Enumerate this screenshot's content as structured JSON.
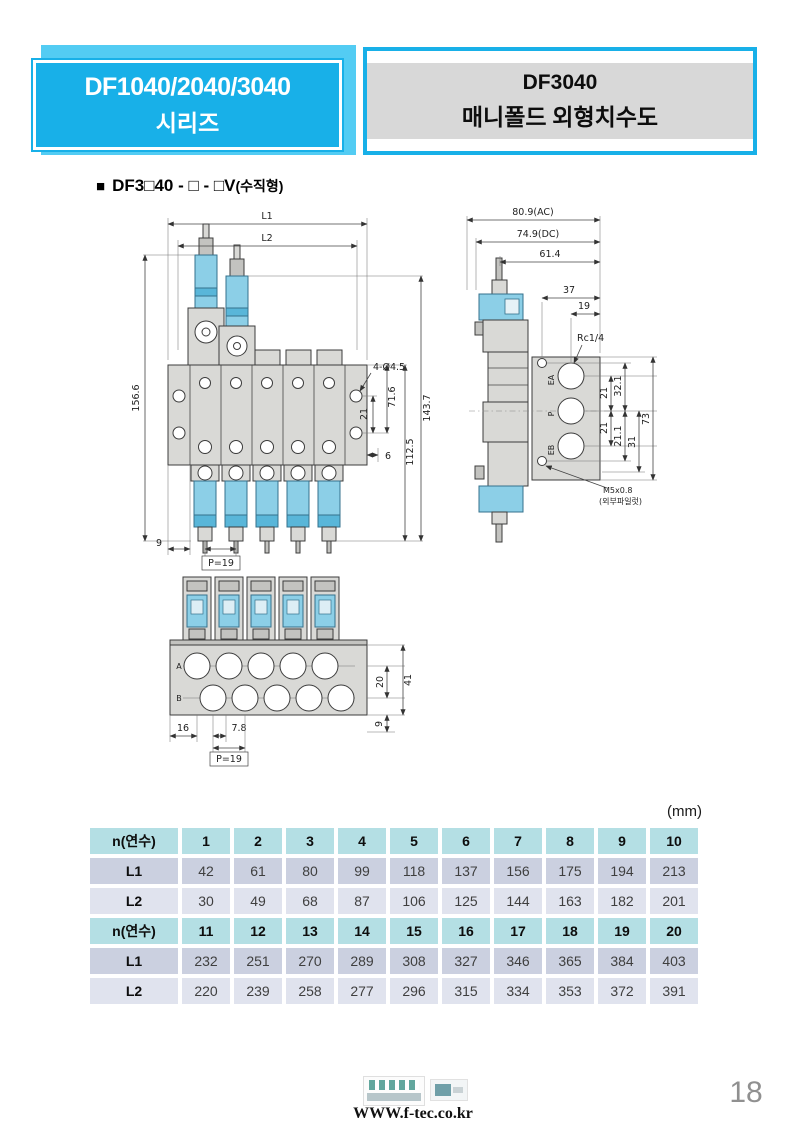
{
  "page": {
    "number": "18",
    "website": "WWW.f-tec.co.kr"
  },
  "header": {
    "series_box": {
      "line1": "DF1040/2040/3040",
      "line2": "시리즈",
      "bg_color": "#18b0e8",
      "shadow_color": "#53ccf3"
    },
    "title_box": {
      "line1": "DF3040",
      "line2": "매니폴드 외형치수도",
      "border_color": "#18b0e8",
      "band_color": "#d8d8d8"
    }
  },
  "section": {
    "bullet": "■",
    "title": "DF3□40 - □ - □V",
    "suffix": "(수직형)"
  },
  "drawing": {
    "front": {
      "l1": "L1",
      "l2": "L2",
      "h_total": "156.6",
      "h_143": "143.7",
      "h_112": "112.5",
      "h_71": "71.6",
      "h_21": "21",
      "d_6": "6",
      "hole": "4-Ø4.5",
      "d_9": "9",
      "pitch": "P=19"
    },
    "side": {
      "w_ac": "80.9(AC)",
      "w_dc": "74.9(DC)",
      "w_61": "61.4",
      "w_37": "37",
      "w_19": "19",
      "rc": "Rc1/4",
      "ea": "EA",
      "p": "P",
      "eb": "EB",
      "d21a": "21",
      "d32": "32.1",
      "d21b": "21",
      "d211": "21.1",
      "d31": "31",
      "d73": "73",
      "m5": "M5x0.8",
      "m5_note": "(외부파일럿)"
    },
    "top": {
      "d20": "20",
      "d41": "41",
      "d16": "16",
      "d78": "7.8",
      "pitch": "P=19",
      "d9": "9",
      "row_a": "A",
      "row_b": "B"
    }
  },
  "table": {
    "unit": "(mm)",
    "groups": [
      {
        "header": [
          "n(연수)",
          "1",
          "2",
          "3",
          "4",
          "5",
          "6",
          "7",
          "8",
          "9",
          "10"
        ],
        "l1": [
          "L1",
          "42",
          "61",
          "80",
          "99",
          "118",
          "137",
          "156",
          "175",
          "194",
          "213"
        ],
        "l2": [
          "L2",
          "30",
          "49",
          "68",
          "87",
          "106",
          "125",
          "144",
          "163",
          "182",
          "201"
        ]
      },
      {
        "header": [
          "n(연수)",
          "11",
          "12",
          "13",
          "14",
          "15",
          "16",
          "17",
          "18",
          "19",
          "20"
        ],
        "l1": [
          "L1",
          "232",
          "251",
          "270",
          "289",
          "308",
          "327",
          "346",
          "365",
          "384",
          "403"
        ],
        "l2": [
          "L2",
          "220",
          "239",
          "258",
          "277",
          "296",
          "315",
          "334",
          "353",
          "372",
          "391"
        ]
      }
    ]
  }
}
